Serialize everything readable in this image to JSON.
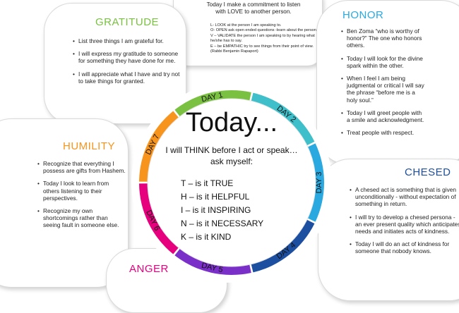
{
  "top_panel": {
    "lines": [
      "Today I make a commitment to listen",
      "with LOVE to another person."
    ],
    "items": [
      "L- LOOK at the person I am speaking to.",
      "O- OPEN ask open ended questions -learn about the person",
      "V – VALIDATE the person I am speaking to by hearing what he/she has to say.",
      "E – be EMPATHIC try to see things from their point of view.",
      "(Rabbi Benjamin Rapaport)"
    ]
  },
  "gratitude": {
    "title": "GRATITUDE",
    "color": "#7ac142",
    "items": [
      "List three things I am grateful for.",
      "I will express my gratitude to someone for something they have done for me.",
      "I will appreciate what I have and try not to take things for granted."
    ]
  },
  "honor": {
    "title": "HONOR",
    "color": "#29a9e0",
    "items": [
      "Ben Zoma  “who is worthy of honor?”  The one who honors others.",
      "Today I will look for the divine spark within the other.",
      "When I feel I am being judgmental or critical I will say the phrase “before me is a holy soul.”",
      "Today I will greet people with a smile and acknowledgment.",
      "Treat people with respect."
    ]
  },
  "humility": {
    "title": "HUMILITY",
    "color": "#f7941d",
    "items": [
      "Recognize that everything I possess are gifts from Hashem.",
      "Today I look to learn from others listening to their perspectives.",
      "Recognize my own shortcomings rather than seeing fault in someone else."
    ]
  },
  "chesed": {
    "title": "CHESED",
    "color": "#1d4fa0",
    "items": [
      "A chesed act is something that is given unconditionally - without expectation of something in return.",
      "I will try to develop a chesed persona - an ever present quality which anticipates needs and initiates acts of kindness.",
      "Today I will do an act of kindness for someone that nobody knows."
    ]
  },
  "anger": {
    "title": "ANGER",
    "color": "#e6007e"
  },
  "center": {
    "title": "Today...",
    "subtitle": "I will THINK before I act or speak…",
    "ask": "ask myself:",
    "think": [
      "T  – is it TRUE",
      "H – is it HELPFUL",
      "I   – is it INSPIRING",
      "N – is it NECESSARY",
      "K  – is it KIND"
    ]
  },
  "days": [
    {
      "label": "DAY 1",
      "color": "#7ac142"
    },
    {
      "label": "DAY 2",
      "color": "#3fbfc9"
    },
    {
      "label": "DAY 3",
      "color": "#29a9e0"
    },
    {
      "label": "DAY 4",
      "color": "#1d4fa0"
    },
    {
      "label": "DAY 5",
      "color": "#7b2fc9"
    },
    {
      "label": "DAY 6",
      "color": "#e6007e"
    },
    {
      "label": "DAY 7",
      "color": "#f7941d"
    }
  ]
}
